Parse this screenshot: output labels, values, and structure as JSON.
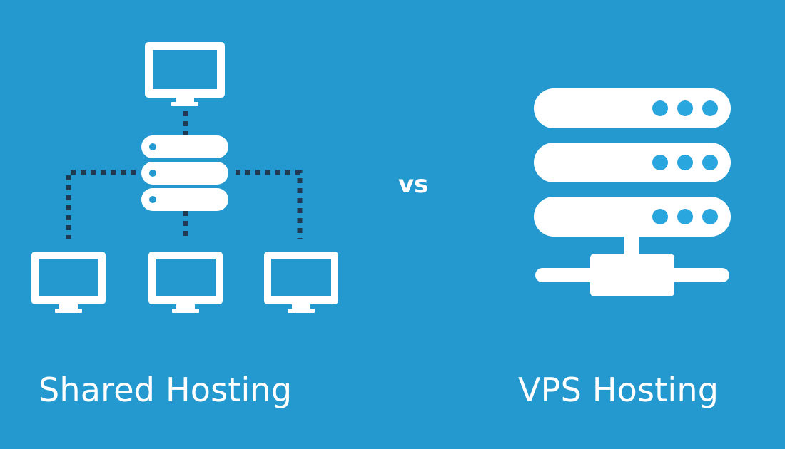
{
  "colors": {
    "background": "#2399cf",
    "foreground": "#ffffff",
    "led": "#2aa6de",
    "connector": "#1f3a52"
  },
  "left": {
    "label": "Shared Hosting",
    "icons": [
      "monitor-icon",
      "server-stack-icon",
      "monitor-icon",
      "monitor-icon",
      "monitor-icon"
    ]
  },
  "separator": {
    "label": "vs"
  },
  "right": {
    "label": "VPS Hosting",
    "icons": [
      "server-rack-icon",
      "network-switch-icon"
    ]
  }
}
